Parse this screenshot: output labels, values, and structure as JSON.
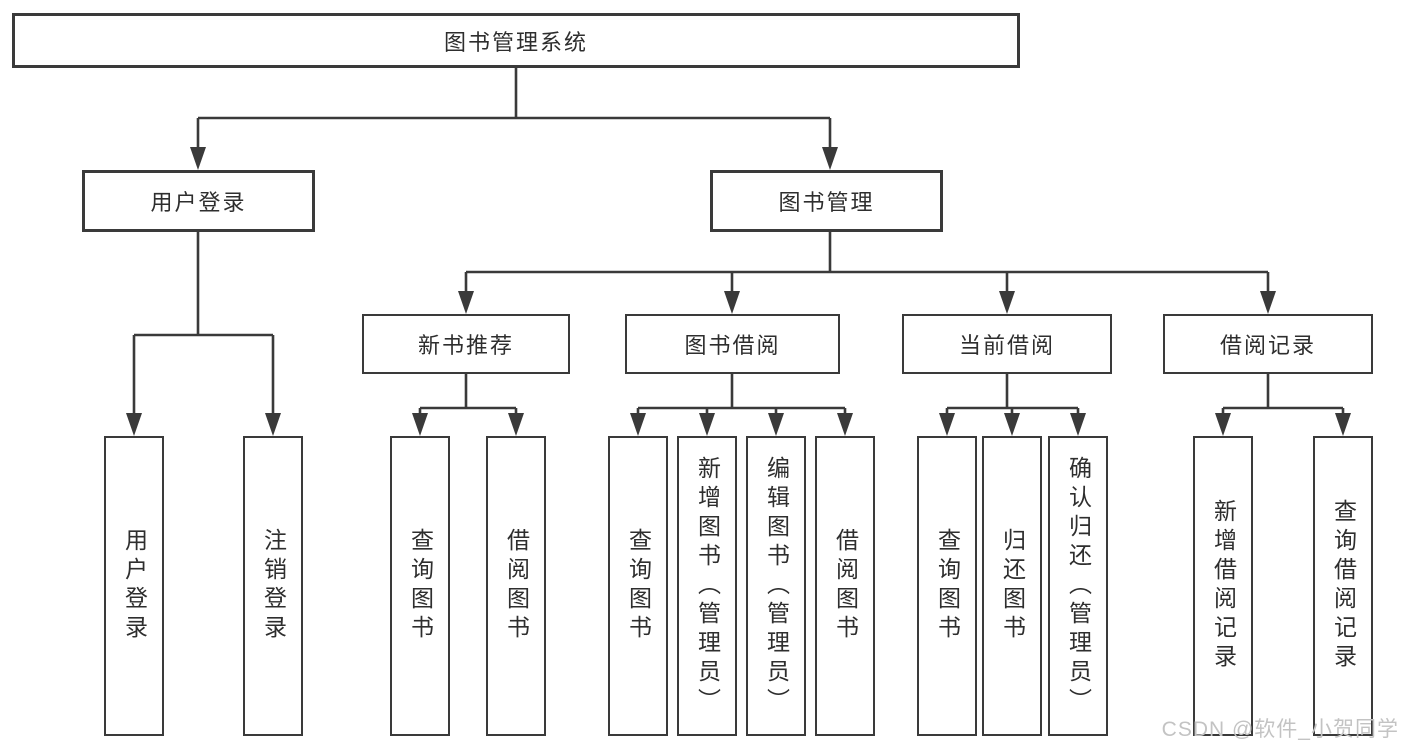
{
  "diagram": {
    "nodes": {
      "root": "图书管理系统",
      "user_login": "用户登录",
      "book_management": "图书管理",
      "new_book_recommend": "新书推荐",
      "book_borrowing": "图书借阅",
      "current_borrowing": "当前借阅",
      "borrow_records": "借阅记录"
    },
    "leaves": {
      "user_login": [
        "用户登录",
        "注销登录"
      ],
      "new_book_recommend": [
        "查询图书",
        "借阅图书"
      ],
      "book_borrowing": [
        "查询图书",
        "新增图书（管理员）",
        "编辑图书（管理员）",
        "借阅图书"
      ],
      "current_borrowing": [
        "查询图书",
        "归还图书",
        "确认归还（管理员）"
      ],
      "borrow_records": [
        "新增借阅记录",
        "查询借阅记录"
      ]
    },
    "watermark": "CSDN @软件_小贺同学",
    "colors": {
      "line": "#3a3a3a",
      "text": "#2e2e2e",
      "watermark": "#c3c3c3",
      "background": "#ffffff"
    }
  }
}
